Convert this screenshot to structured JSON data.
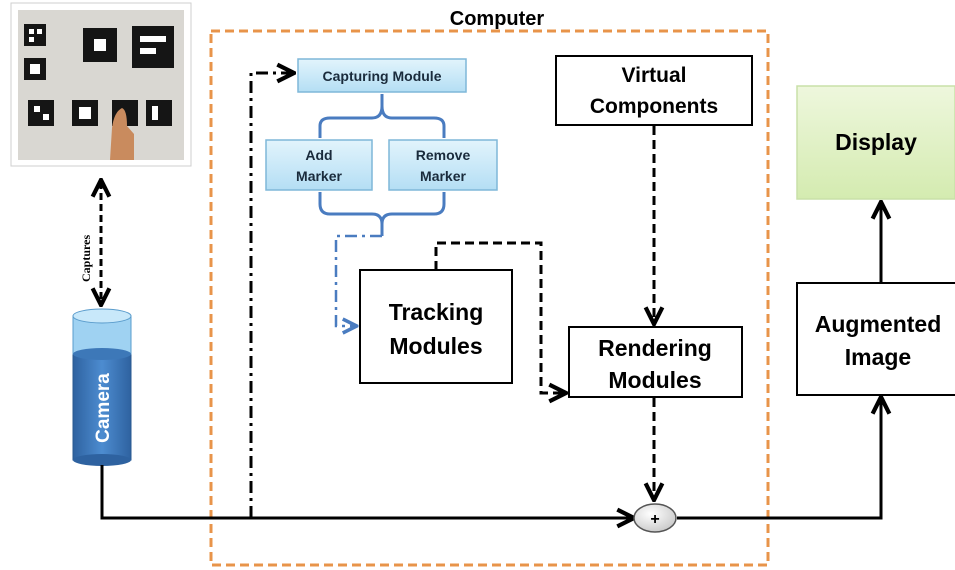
{
  "computer_label": "Computer",
  "capturing_module": "Capturing Module",
  "add_marker": [
    "Add",
    "Marker"
  ],
  "remove_marker": [
    "Remove",
    "Marker"
  ],
  "virtual_components": [
    "Virtual",
    "Components"
  ],
  "tracking_modules": [
    "Tracking",
    "Modules"
  ],
  "rendering_modules": [
    "Rendering",
    "Modules"
  ],
  "display": "Display",
  "augmented_image": [
    "Augmented",
    "Image"
  ],
  "camera": "Camera",
  "captures": "Captures",
  "combiner": "+",
  "colors": {
    "computer_border": "#e8944a",
    "capture_box_fill": "#c6e8f8",
    "capture_box_border": "#7fb7d8",
    "display_fill": "#dff0c2",
    "camera_fill": "#3d78b8",
    "brace": "#4a7cc0"
  }
}
